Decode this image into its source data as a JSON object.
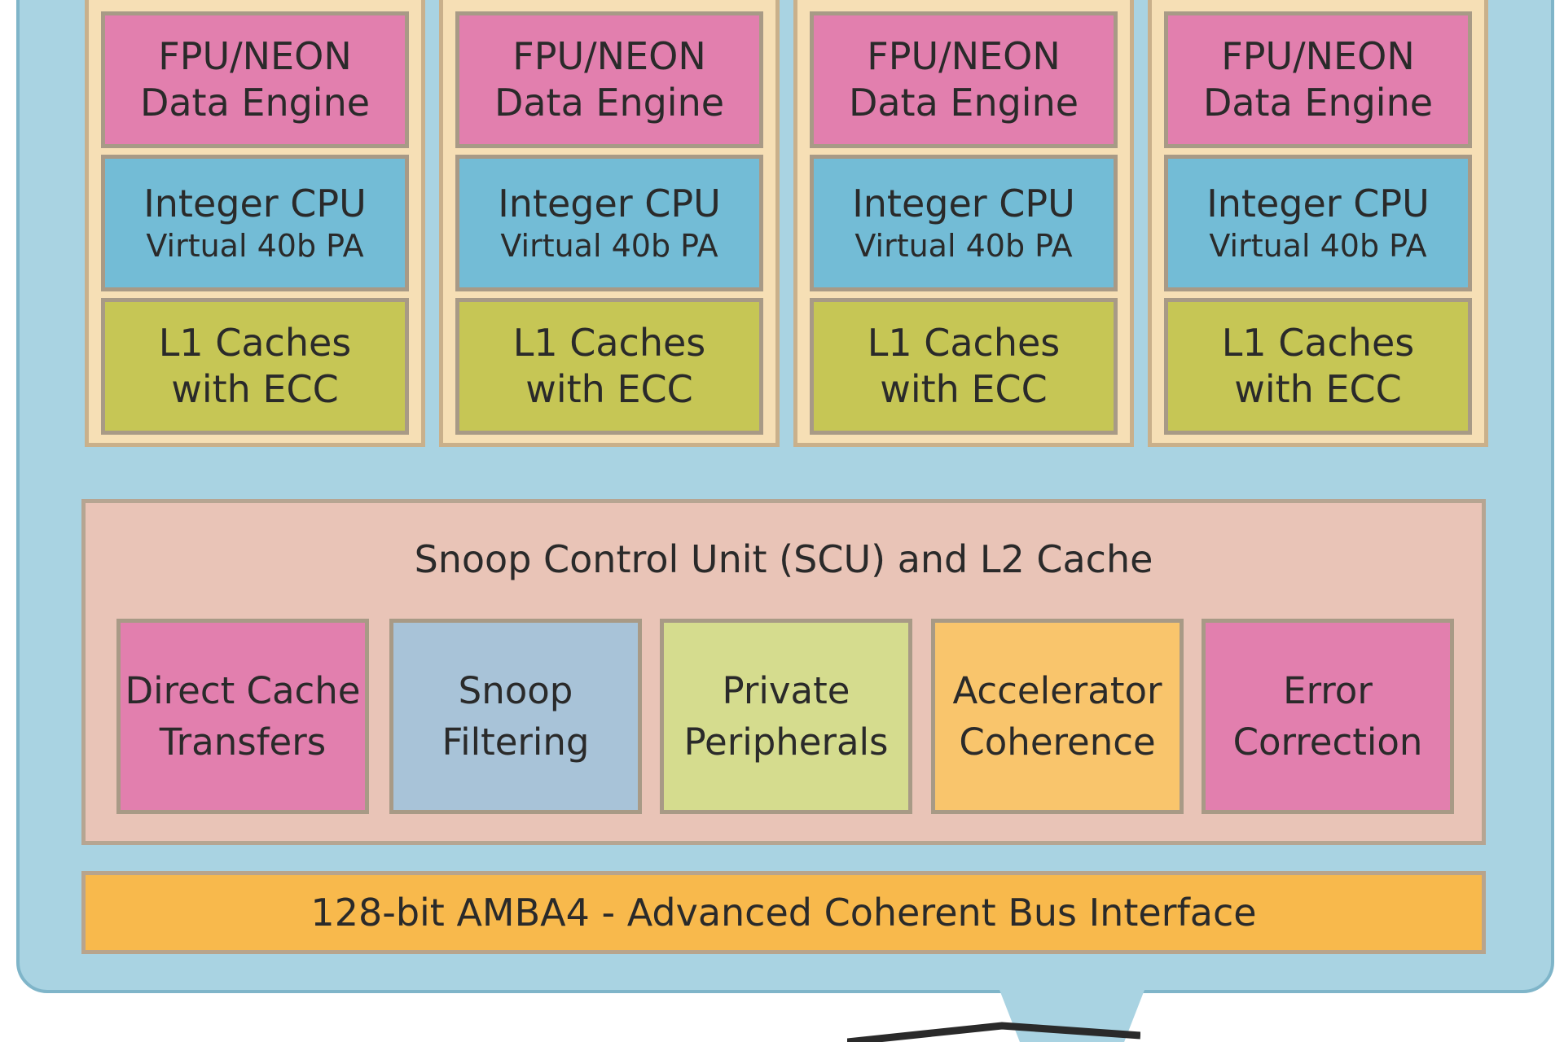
{
  "cores": [
    {
      "fpu": {
        "line1": "FPU/NEON",
        "line2": "Data Engine"
      },
      "int": {
        "line1": "Integer CPU",
        "line2": "Virtual 40b PA"
      },
      "l1": {
        "line1": "L1 Caches",
        "line2": "with ECC"
      }
    },
    {
      "fpu": {
        "line1": "FPU/NEON",
        "line2": "Data Engine"
      },
      "int": {
        "line1": "Integer CPU",
        "line2": "Virtual 40b PA"
      },
      "l1": {
        "line1": "L1 Caches",
        "line2": "with ECC"
      }
    },
    {
      "fpu": {
        "line1": "FPU/NEON",
        "line2": "Data Engine"
      },
      "int": {
        "line1": "Integer CPU",
        "line2": "Virtual 40b PA"
      },
      "l1": {
        "line1": "L1 Caches",
        "line2": "with ECC"
      }
    },
    {
      "fpu": {
        "line1": "FPU/NEON",
        "line2": "Data Engine"
      },
      "int": {
        "line1": "Integer CPU",
        "line2": "Virtual 40b PA"
      },
      "l1": {
        "line1": "L1 Caches",
        "line2": "with ECC"
      }
    }
  ],
  "scu": {
    "title": "Snoop Control Unit (SCU) and L2 Cache",
    "features": [
      {
        "line1": "Direct Cache",
        "line2": "Transfers"
      },
      {
        "line1": "Snoop",
        "line2": "Filtering"
      },
      {
        "line1": "Private",
        "line2": "Peripherals"
      },
      {
        "line1": "Accelerator",
        "line2": "Coherence"
      },
      {
        "line1": "Error",
        "line2": "Correction"
      }
    ]
  },
  "bus": {
    "label": "128-bit AMBA4 - Advanced Coherent Bus Interface"
  },
  "colors": {
    "container": "#a9d3e2",
    "fpu": "#e27fae",
    "integer_cpu": "#73bcd6",
    "l1_cache": "#c6c655",
    "scu": "#e9c4b7",
    "bus": "#f8b94c"
  }
}
